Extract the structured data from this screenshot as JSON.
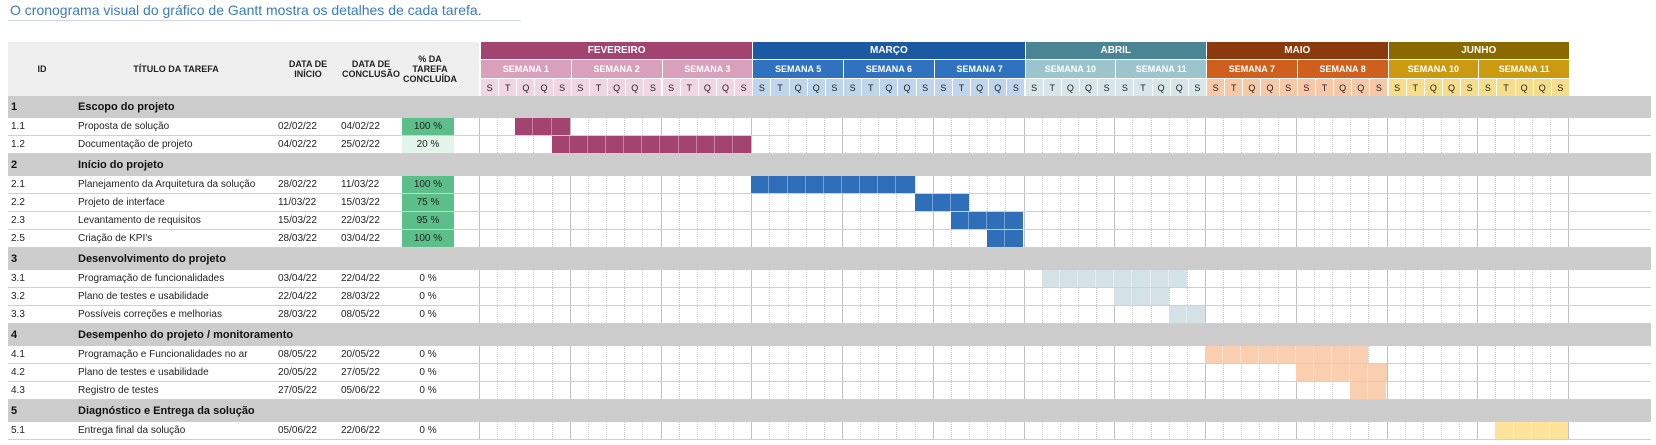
{
  "caption": "O cronograma visual do gráfico de Gantt mostra os detalhes de cada tarefa.",
  "headers": {
    "id": "ID",
    "title": "TÍTULO DA TAREFA",
    "start": "DATA DE INÍCIO",
    "end_line1": "DATA DE",
    "end_line2": "CONCLUSÃO",
    "pct_line1": "% DA",
    "pct_line2": "TAREFA",
    "pct_line3": "CONCLUÍDA"
  },
  "day_letters": [
    "S",
    "T",
    "Q",
    "Q",
    "S"
  ],
  "months": [
    {
      "label": "FEVEREIRO",
      "color": "#a3436f",
      "weeks": [
        {
          "label": "SEMANA 1",
          "bg": "#d9a0bb",
          "days_bg": "#f0d5e2"
        },
        {
          "label": "SEMANA 2",
          "bg": "#d9a0bb",
          "days_bg": "#f0d5e2"
        },
        {
          "label": "SEMANA 3",
          "bg": "#d9a0bb",
          "days_bg": "#f0d5e2"
        }
      ]
    },
    {
      "label": "MARÇO",
      "color": "#1b5aa3",
      "weeks": [
        {
          "label": "SEMANA 5",
          "bg": "#2f73c0",
          "days_bg": "#bfd5ec"
        },
        {
          "label": "SEMANA 6",
          "bg": "#2f73c0",
          "days_bg": "#bfd5ec"
        },
        {
          "label": "SEMANA 7",
          "bg": "#2f73c0",
          "days_bg": "#bfd5ec"
        }
      ]
    },
    {
      "label": "ABRIL",
      "color": "#4a8594",
      "weeks": [
        {
          "label": "SEMANA 10",
          "bg": "#9cc4cc",
          "days_bg": "#d6e6e9"
        },
        {
          "label": "SEMANA 11",
          "bg": "#9cc4cc",
          "days_bg": "#d6e6e9"
        }
      ]
    },
    {
      "label": "MAIO",
      "color": "#8a3a0c",
      "weeks": [
        {
          "label": "SEMANA 7",
          "bg": "#cf5f1c",
          "days_bg": "#f7c9a8"
        },
        {
          "label": "SEMANA 8",
          "bg": "#cf5f1c",
          "days_bg": "#f7c9a8"
        }
      ]
    },
    {
      "label": "JUNHO",
      "color": "#8a6a00",
      "weeks": [
        {
          "label": "SEMANA 10",
          "bg": "#cc9a10",
          "days_bg": "#f6dd8c"
        },
        {
          "label": "SEMANA 11",
          "bg": "#cc9a10",
          "days_bg": "#f6dd8c"
        }
      ]
    }
  ],
  "phases": [
    {
      "id": "1",
      "title": "Escopo do projeto",
      "tasks": [
        {
          "id": "1.1",
          "title": "Proposta de solução",
          "start": "02/02/22",
          "end": "04/02/22",
          "pct": "100 %",
          "pct_bg": "#5cbf8a",
          "bar_start": 2,
          "bar_len": 3,
          "bar_color": "#a3436f"
        },
        {
          "id": "1.2",
          "title": "Documentação de projeto",
          "start": "04/02/22",
          "end": "25/02/22",
          "pct": "20 %",
          "pct_bg": "#e3f4ea",
          "bar_start": 4,
          "bar_len": 11,
          "bar_color": "#a3436f"
        }
      ]
    },
    {
      "id": "2",
      "title": "Início do projeto",
      "tasks": [
        {
          "id": "2.1",
          "title": "Planejamento da Arquitetura da solução",
          "start": "28/02/22",
          "end": "11/03/22",
          "pct": "100 %",
          "pct_bg": "#5cbf8a",
          "bar_start": 15,
          "bar_len": 9,
          "bar_color": "#2f6fba"
        },
        {
          "id": "2.2",
          "title": "Projeto de interface",
          "start": "11/03/22",
          "end": "15/03/22",
          "pct": "75 %",
          "pct_bg": "#5cbf8a",
          "bar_start": 24,
          "bar_len": 3,
          "bar_color": "#2f6fba"
        },
        {
          "id": "2.3",
          "title": "Levantamento de requisitos",
          "start": "15/03/22",
          "end": "22/03/22",
          "pct": "95 %",
          "pct_bg": "#5cbf8a",
          "bar_start": 26,
          "bar_len": 4,
          "bar_color": "#2f6fba"
        },
        {
          "id": "2.5",
          "title": "Criação de KPI's",
          "start": "28/03/22",
          "end": "03/04/22",
          "pct": "100 %",
          "pct_bg": "#5cbf8a",
          "bar_start": 28,
          "bar_len": 2,
          "bar_color": "#2f6fba"
        }
      ]
    },
    {
      "id": "3",
      "title": "Desenvolvimento do projeto",
      "tasks": [
        {
          "id": "3.1",
          "title": "Programação de funcionalidades",
          "start": "03/04/22",
          "end": "22/04/22",
          "pct": "0 %",
          "pct_bg": "#ffffff",
          "bar_start": 31,
          "bar_len": 8,
          "bar_color": "#d4e2e6"
        },
        {
          "id": "3.2",
          "title": "Plano de testes e usabilidade",
          "start": "22/04/22",
          "end": "28/03/22",
          "pct": "0 %",
          "pct_bg": "#ffffff",
          "bar_start": 35,
          "bar_len": 3,
          "bar_color": "#d4e2e6"
        },
        {
          "id": "3.3",
          "title": "Possíveis correções e melhorias",
          "start": "28/03/22",
          "end": "08/05/22",
          "pct": "0 %",
          "pct_bg": "#ffffff",
          "bar_start": 38,
          "bar_len": 2,
          "bar_color": "#d4e2e6"
        }
      ]
    },
    {
      "id": "4",
      "title": "Desempenho do projeto / monitoramento",
      "tasks": [
        {
          "id": "4.1",
          "title": "Programação e Funcionalidades no ar",
          "start": "08/05/22",
          "end": "20/05/22",
          "pct": "0 %",
          "pct_bg": "#ffffff",
          "bar_start": 40,
          "bar_len": 9,
          "bar_color": "#f9cfaf"
        },
        {
          "id": "4.2",
          "title": "Plano de testes e usabilidade",
          "start": "20/05/22",
          "end": "27/05/22",
          "pct": "0 %",
          "pct_bg": "#ffffff",
          "bar_start": 45,
          "bar_len": 5,
          "bar_color": "#f9cfaf"
        },
        {
          "id": "4.3",
          "title": "Registro de testes",
          "start": "27/05/22",
          "end": "05/06/22",
          "pct": "0 %",
          "pct_bg": "#ffffff",
          "bar_start": 48,
          "bar_len": 2,
          "bar_color": "#f9cfaf"
        }
      ]
    },
    {
      "id": "5",
      "title": "Diagnóstico e Entrega da solução",
      "tasks": [
        {
          "id": "5.1",
          "title": "Entrega final da solução",
          "start": "05/06/22",
          "end": "22/06/22",
          "pct": "0 %",
          "pct_bg": "#ffffff",
          "bar_start": 56,
          "bar_len": 4,
          "bar_color": "#fde39a"
        }
      ]
    }
  ]
}
